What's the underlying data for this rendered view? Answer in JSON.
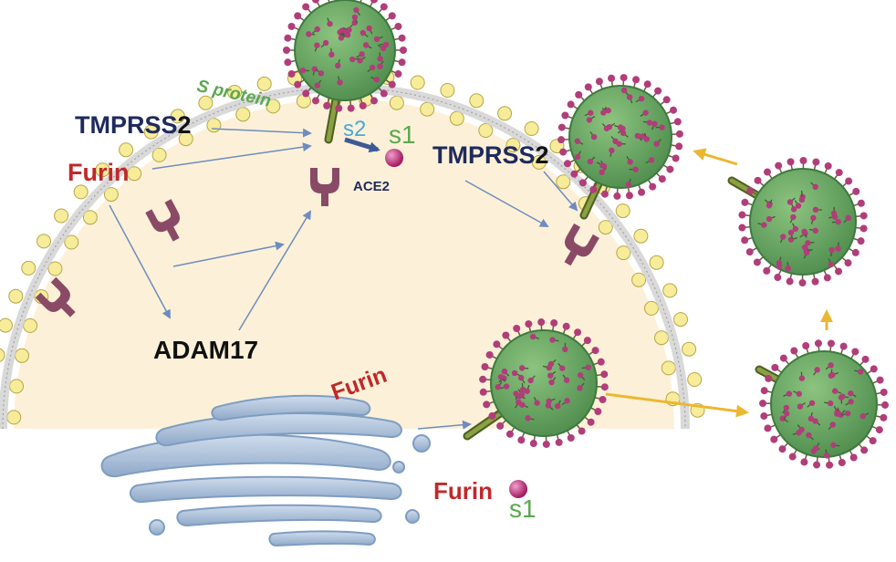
{
  "labels": {
    "tmprss2_left": "TMPRSS",
    "tmprss2_left_suffix": "2",
    "tmprss2_right": "TMPRSS",
    "tmprss2_right_suffix": "2",
    "furin_left": "Furin",
    "s_protein": "S protein",
    "s2": "s2",
    "s1_top": "s1",
    "ace2": "ACE2",
    "adam17": "ADAM17",
    "furin_golgi": "Furin",
    "furin_bottom": "Furin",
    "s1_bottom": "s1"
  },
  "colors": {
    "virus_body": "#5e9e5c",
    "virus_outline": "#3d7a3f",
    "spike": "#b13d7a",
    "receptor": "#8a4a66",
    "lipid_head": "#f6ec9a",
    "lipid_outline": "#b7a548",
    "cytoplasm": "#fcf1d8",
    "golgi": "#a9c0db",
    "arrow_blue": "#6e8cbf",
    "arrow_yellow": "#ecb731",
    "label_navy": "#1f2a5c",
    "label_red": "#c0282a",
    "label_green": "#5ba84f",
    "label_cyan": "#4aa8d8"
  }
}
